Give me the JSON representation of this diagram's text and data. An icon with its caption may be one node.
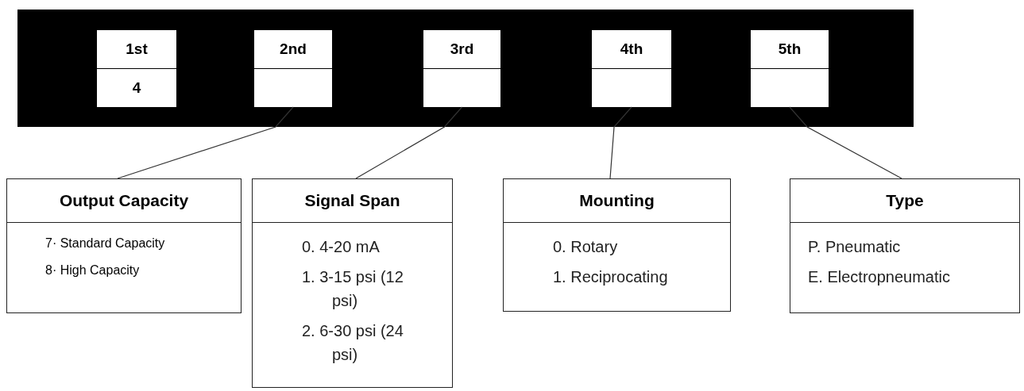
{
  "diagram": {
    "nodes": [
      {
        "text": [],
        "shape": "bar"
      },
      {
        "text": [
          "1st",
          "4"
        ],
        "in": 0
      },
      {
        "text": [
          "2nd"
        ],
        "in": 0
      },
      {
        "text": [
          "3rd"
        ],
        "in": 0
      },
      {
        "text": [
          "4th"
        ],
        "in": 0
      },
      {
        "text": [
          "5th"
        ],
        "in": 0
      },
      {
        "text": [
          "Output Capacity",
          "7· Standard Capacity",
          "8· High Capacity"
        ]
      },
      {
        "text": [
          "Signal Span",
          "0. 4-20 mA",
          "1. 3-15 psi (12 psi)",
          "2. 6-30 psi (24 psi)"
        ]
      },
      {
        "text": [
          "Mounting",
          "0. Rotary",
          "1. Reciprocating"
        ]
      },
      {
        "text": [
          "Type",
          "P. Pneumatic",
          "E. Electropneumatic"
        ]
      }
    ],
    "edges": [
      {
        "from": 2,
        "to": 6,
        "arrow": "none"
      },
      {
        "from": 3,
        "to": 7,
        "arrow": "none"
      },
      {
        "from": 4,
        "to": 8,
        "arrow": "none"
      },
      {
        "from": 5,
        "to": 9,
        "arrow": "none"
      }
    ]
  }
}
